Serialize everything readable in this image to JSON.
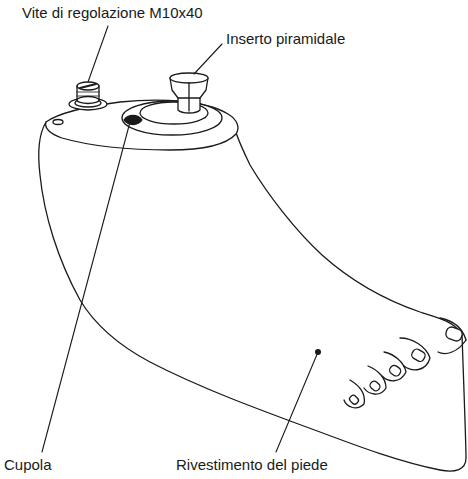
{
  "diagram": {
    "labels": [
      "Vite di regolazione M10x40",
      "Inserto piramidale",
      "Cupola",
      "Rivestimento del piede"
    ]
  }
}
